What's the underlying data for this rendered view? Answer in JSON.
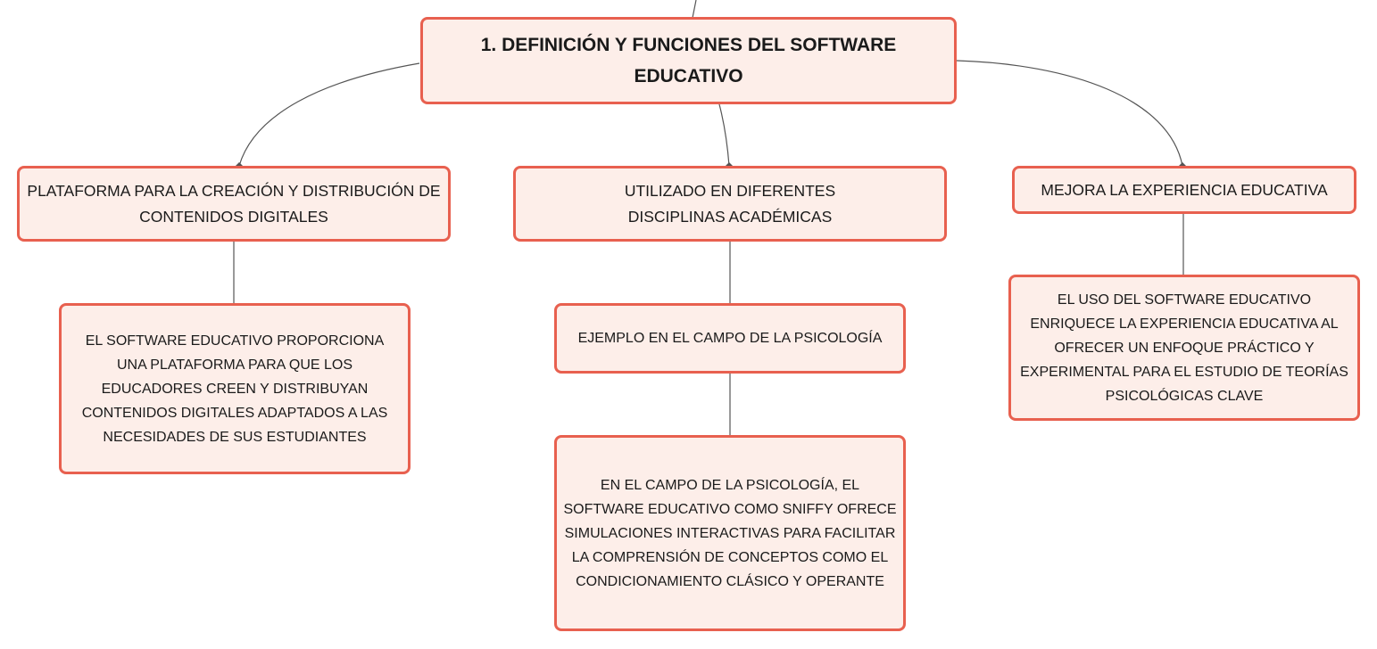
{
  "colors": {
    "node_border": "#e8604f",
    "node_fill": "#fdeee9",
    "connector": "#555555",
    "text": "#1a1a1a"
  },
  "root": {
    "title": "1. DEFINICIÓN Y FUNCIONES DEL SOFTWARE EDUCATIVO"
  },
  "branches": [
    {
      "label": "PLATAFORMA PARA LA CREACIÓN Y DISTRIBUCIÓN DE CONTENIDOS DIGITALES",
      "children": [
        {
          "label": "EL SOFTWARE EDUCATIVO PROPORCIONA UNA PLATAFORMA PARA QUE LOS EDUCADORES CREEN Y DISTRIBUYAN CONTENIDOS DIGITALES ADAPTADOS A LAS NECESIDADES DE SUS ESTUDIANTES"
        }
      ]
    },
    {
      "label": "UTILIZADO EN DIFERENTES DISCIPLINAS ACADÉMICAS",
      "children": [
        {
          "label": "EJEMPLO EN EL CAMPO DE LA PSICOLOGÍA",
          "children": [
            {
              "label": "EN EL CAMPO DE LA PSICOLOGÍA, EL SOFTWARE EDUCATIVO COMO SNIFFY OFRECE SIMULACIONES INTERACTIVAS PARA FACILITAR LA COMPRENSIÓN DE CONCEPTOS COMO EL CONDICIONAMIENTO CLÁSICO Y OPERANTE"
            }
          ]
        }
      ]
    },
    {
      "label": "MEJORA LA EXPERIENCIA EDUCATIVA",
      "children": [
        {
          "label": "EL USO DEL SOFTWARE EDUCATIVO ENRIQUECE LA EXPERIENCIA EDUCATIVA AL OFRECER UN ENFOQUE PRÁCTICO Y EXPERIMENTAL PARA EL ESTUDIO DE TEORÍAS PSICOLÓGICAS CLAVE"
        }
      ]
    }
  ]
}
